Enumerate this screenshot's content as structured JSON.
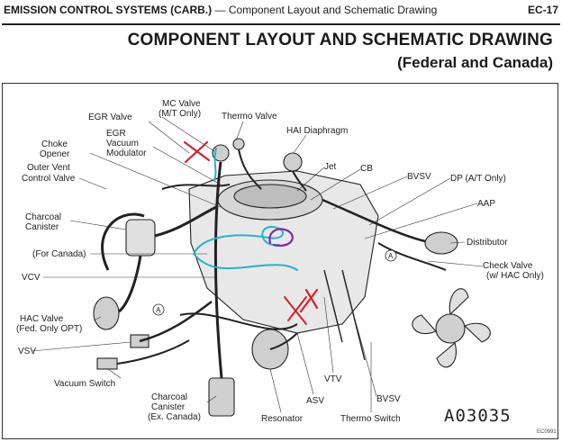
{
  "header": {
    "section": "EMISSION CONTROL SYSTEMS (CARB.)",
    "separator": "—",
    "subtitle": "Component Layout and Schematic Drawing",
    "page": "EC-17"
  },
  "title": {
    "main": "COMPONENT LAYOUT AND SCHEMATIC DRAWING",
    "sub": "(Federal and Canada)"
  },
  "labels": {
    "mc_valve_1": "MC Valve",
    "mc_valve_2": "(M/T Only)",
    "thermo_valve": "Thermo Valve",
    "egr_valve": "EGR Valve",
    "egr_mod_1": "EGR",
    "egr_mod_2": "Vacuum",
    "egr_mod_3": "Modulator",
    "hai": "HAI Diaphragm",
    "choke_1": "Choke",
    "choke_2": "Opener",
    "outer_vent_1": "Outer Vent",
    "outer_vent_2": "Control Valve",
    "jet": "Jet",
    "cb": "CB",
    "bvsv_top": "BVSV",
    "dp": "DP (A/T Only)",
    "aap": "AAP",
    "charcoal_1": "Charcoal",
    "charcoal_2": "Canister",
    "for_canada": "(For Canada)",
    "distributor": "Distributor",
    "vcv": "VCV",
    "check_1": "Check Valve",
    "check_2": "(w/ HAC Only)",
    "hac_1": "HAC Valve",
    "hac_2": "(Fed. Only OPT)",
    "vsv": "VSV",
    "vacuum_switch": "Vacuum Switch",
    "charcoal_b1": "Charcoal",
    "charcoal_b2": "Canister",
    "charcoal_b3": "(Ex. Canada)",
    "resonator": "Resonator",
    "asv": "ASV",
    "vtv": "VTV",
    "bvsv_bottom": "BVSV",
    "thermo_switch": "Thermo Switch",
    "circle_a": "A"
  },
  "reference": "A03035",
  "code": "EC0991"
}
